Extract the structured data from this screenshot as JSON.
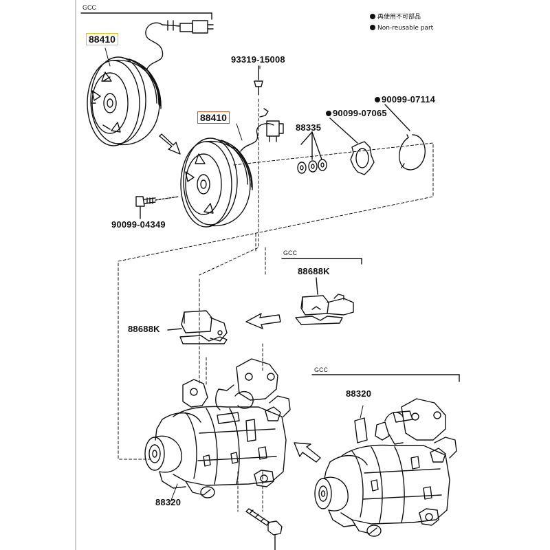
{
  "legend": {
    "line1": "再使用不可部品",
    "line2": "Non-reusable part"
  },
  "groups": {
    "top": "GCC",
    "sensor": "GCC",
    "compressor": "GCC"
  },
  "labels": {
    "clutch_top": "88410",
    "bolt_top": "93319-15008",
    "clutch_mid": "88410",
    "ring_right": "90099-07114",
    "snap_ring": "90099-07065",
    "shims": "88335",
    "bolt_left": "90099-04349",
    "sensor_right": "88688K",
    "sensor_left": "88688K",
    "compressor_right": "88320",
    "compressor_left": "88320"
  },
  "colors": {
    "line": "#111111",
    "box_top": "#e8c200",
    "box_mid": "#d9541e"
  }
}
